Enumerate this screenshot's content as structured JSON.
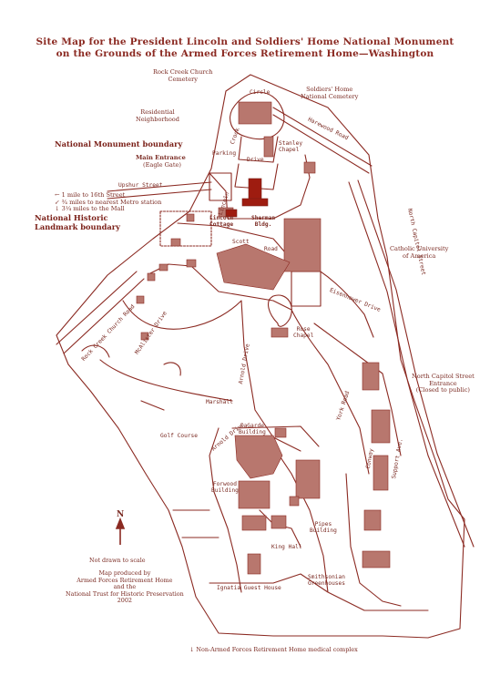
{
  "title": {
    "line1": "Site Map for the President Lincoln and Soldiers' Home National Monument",
    "line2": "on the Grounds of the Armed Forces Retirement Home—Washington"
  },
  "labels": {
    "rock_creek_cemetery": [
      "Rock Creek Church",
      "Cemetery"
    ],
    "soldiers_home_cemetery": [
      "Soldiers' Home",
      "National Cemetery"
    ],
    "residential": [
      "Residential",
      "Neighborhood"
    ],
    "circle": "Circle",
    "crook": "Crook",
    "harewood_road": "Harewood Road",
    "parking": "Parking",
    "stanley_chapel": [
      "Stanley",
      "Chapel"
    ],
    "drive": "Drive",
    "main_entrance": "Main Entrance",
    "eagle_gate": "(Eagle Gate)",
    "upshur_street": "Upshur Street",
    "directions": [
      "← 1 mile to 16th Street",
      "↙ ¾ miles to nearest Metro station",
      "↓ 3¼ miles to the Mall"
    ],
    "lincoln_drive": "Lincoln",
    "lincoln_cottage": [
      "Lincoln",
      "Cottage"
    ],
    "sherman_bldg": [
      "Sherman",
      "Bldg."
    ],
    "scott_road": "Scott",
    "road": "Road",
    "north_capitol_street": "North Capitol Street",
    "catholic_university": [
      "Catholic University",
      "of America"
    ],
    "rock_creek_church_road": "Rock Creek Church Road",
    "mcalister_drive": "McAlister Drive",
    "rose_chapel": [
      "Rose",
      "Chapel"
    ],
    "eisenhower_drive": "Eisenhower Drive",
    "arnold_drive": "Arnold Drive",
    "marshall": "Marshall",
    "york_road": "York Road",
    "north_capitol_entrance": [
      "North Capitol Street",
      "Entrance",
      "(Closed to public)"
    ],
    "golf_course": "Golf Course",
    "lagarde": [
      "LaGarde",
      "Building"
    ],
    "arnold_drive_2": "Arnold Drive",
    "forwood": [
      "Forwood",
      "Building"
    ],
    "support_ave": "Support Ave.",
    "conway": "Conway",
    "pipes": [
      "Pipes",
      "Building"
    ],
    "king_hall": "King Hall",
    "smithsonian": [
      "Smithsonian",
      "Greenhouses"
    ],
    "ignatia": "Ignatia Guest House"
  },
  "boundaries": {
    "national_monument": "National Monument boundary",
    "historic_landmark": [
      "National Historic",
      "Landmark boundary"
    ]
  },
  "notes": {
    "north": "N",
    "not_to_scale": "Not drawn to scale",
    "credits": [
      "Map produced by",
      "Armed Forces Retirement Home",
      "and the",
      "National Trust for Historic Preservation",
      "2002"
    ],
    "medical": "↓ Non-Armed Forces Retirement Home medical complex"
  },
  "colors": {
    "ink": "#8b2a22",
    "fill": "#b8776e",
    "dark_fill": "#9a3f2e",
    "monument": "#9e1c10"
  }
}
